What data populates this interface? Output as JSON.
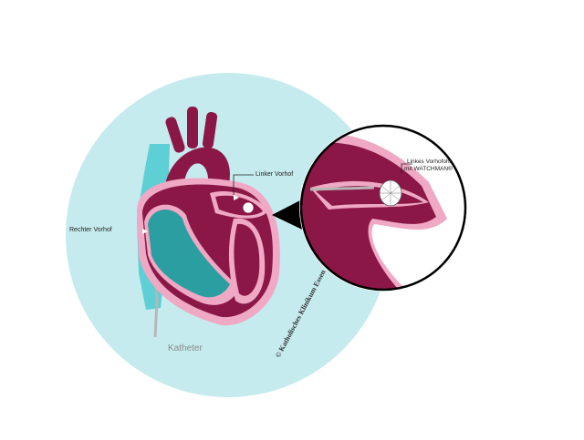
{
  "labels": {
    "right_atrium": "Rechter Vorhof",
    "left_atrium": "Linker Vorhof",
    "inset_line1": "Linkes Vorhofohr",
    "inset_line2": "mit WATCHMAN®",
    "catheter": "Katheter",
    "copyright": "© Katholisches Klinikum Essen"
  },
  "colors": {
    "background_circle": "#c6ebee",
    "heart_wall": "#8b1747",
    "heart_lining": "#efa9c4",
    "vein": "#5ecfd4",
    "cavity": "#2b9ea1",
    "catheter": "#b7b7b7",
    "inset_border": "#000000",
    "device": "#ffffff"
  }
}
